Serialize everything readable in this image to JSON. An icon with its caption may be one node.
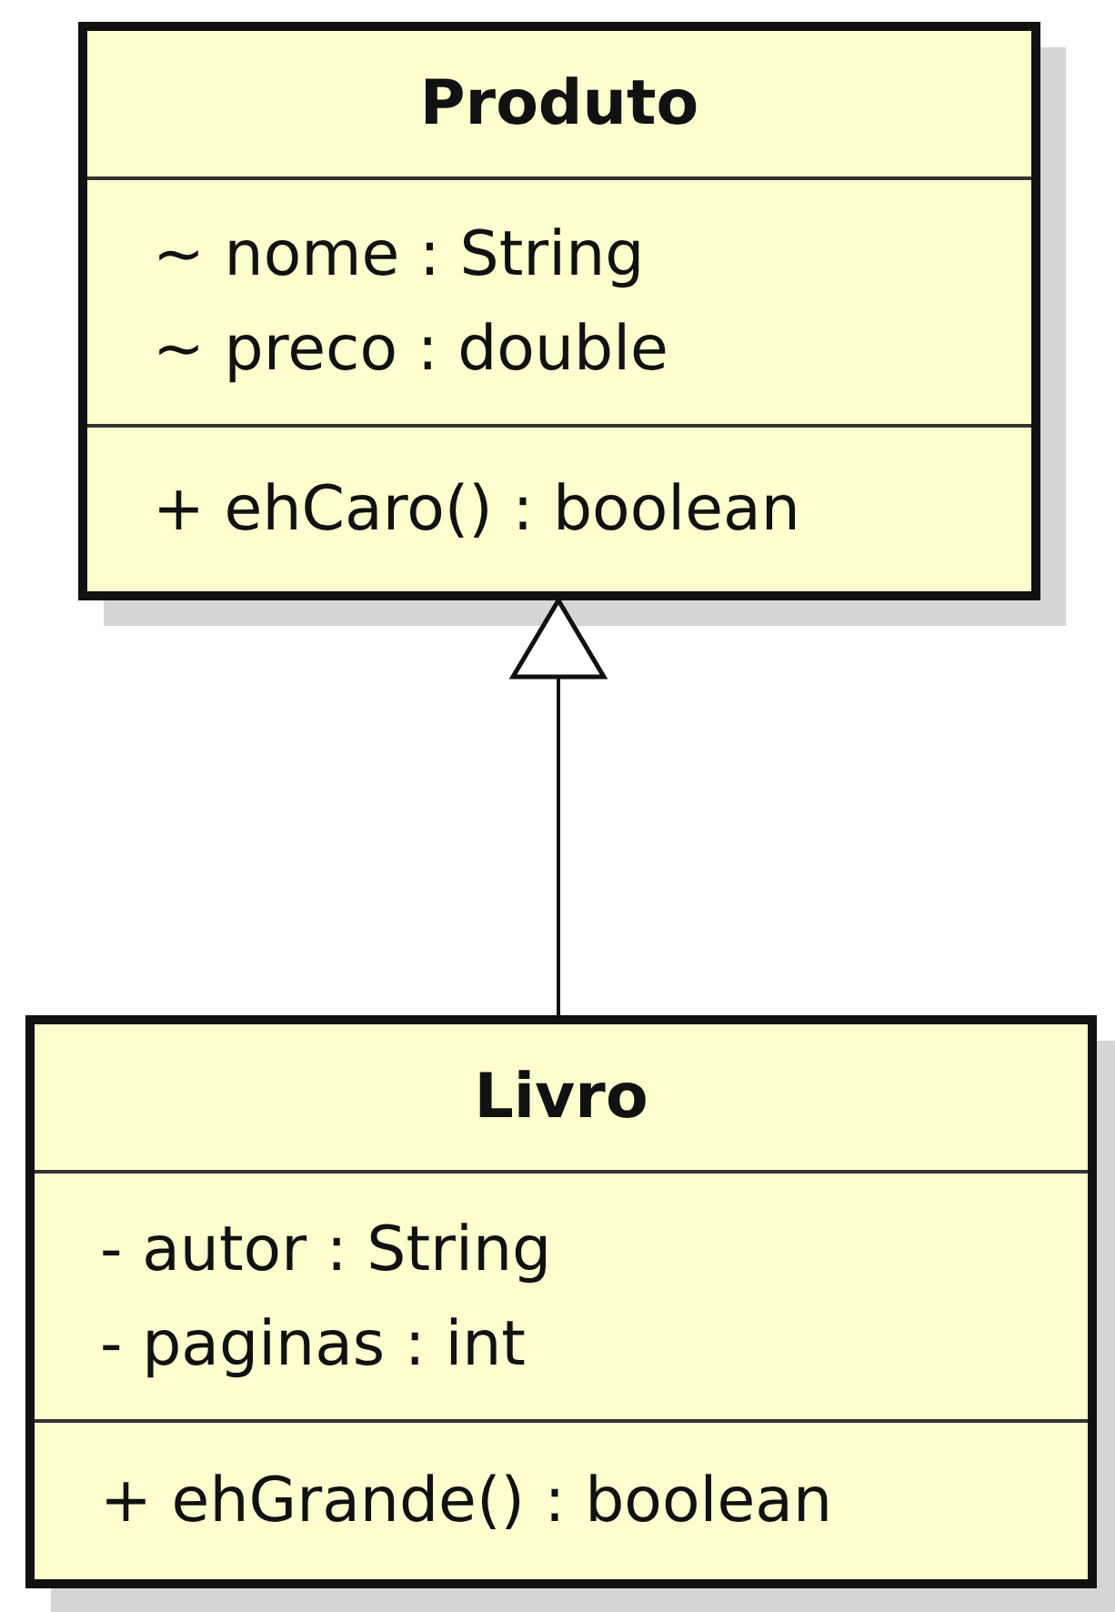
{
  "diagram": {
    "nodes": [
      {
        "text": [
          "Produto",
          "~ nome : String",
          "~ preco : double",
          "+ ehCaro() : boolean"
        ]
      },
      {
        "text": [
          "Livro",
          "- autor : String",
          "- paginas : int",
          "+ ehGrande() : boolean"
        ]
      }
    ],
    "edges": [
      {
        "from": 1,
        "to": 0,
        "arrow": "to"
      }
    ]
  }
}
